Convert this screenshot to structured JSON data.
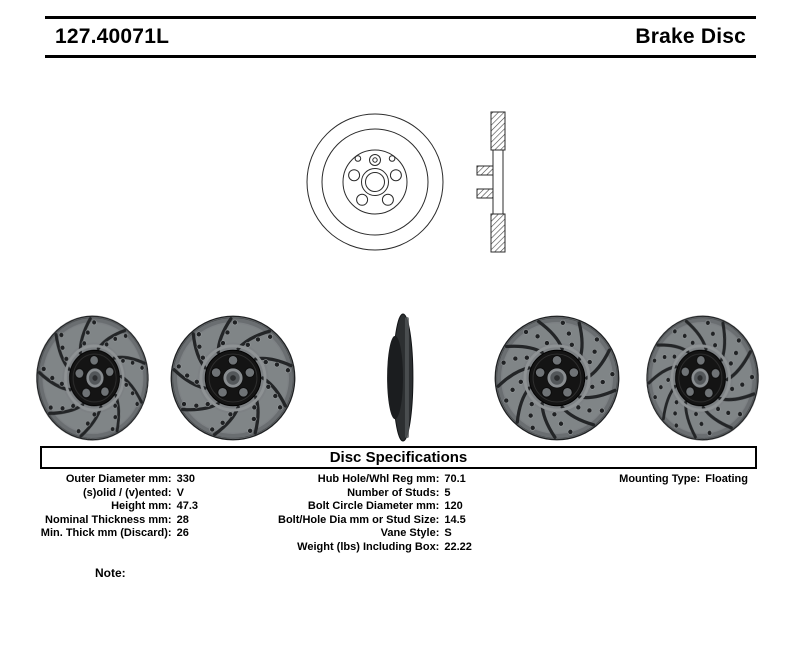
{
  "header": {
    "part_number": "127.40071L",
    "product_name": "Brake Disc"
  },
  "spec_box": {
    "title": "Disc Specifications"
  },
  "specs": {
    "col_left": [
      {
        "label": "Outer Diameter mm:",
        "value": "330"
      },
      {
        "label": "(s)olid / (v)ented:",
        "value": "V"
      },
      {
        "label": "Height mm:",
        "value": "47.3"
      },
      {
        "label": "Nominal Thickness mm:",
        "value": "28"
      },
      {
        "label": "Min. Thick mm (Discard):",
        "value": "26"
      }
    ],
    "col_middle": [
      {
        "label": "Hub Hole/Whl Reg mm:",
        "value": "70.1"
      },
      {
        "label": "Number of Studs:",
        "value": "5"
      },
      {
        "label": "Bolt Circle Diameter mm:",
        "value": "120"
      },
      {
        "label": "Bolt/Hole Dia mm or Stud Size:",
        "value": "14.5"
      },
      {
        "label": "Vane Style:",
        "value": "S"
      },
      {
        "label": "Weight (lbs) Including Box:",
        "value": "22.22"
      }
    ],
    "col_right": [
      {
        "label": "Mounting Type:",
        "value": "Floating"
      }
    ]
  },
  "note": {
    "label": "Note:"
  },
  "images": [
    {
      "name": "brake-disc-front-technical-drawing"
    },
    {
      "name": "brake-disc-cross-section-drawing"
    },
    {
      "name": "drilled-slotted-rotor-angled-left-photo"
    },
    {
      "name": "drilled-slotted-rotor-front-photo"
    },
    {
      "name": "rotor-edge-profile-photo"
    },
    {
      "name": "drilled-slotted-rotor-front-photo-2"
    },
    {
      "name": "drilled-slotted-rotor-angled-right-photo"
    }
  ]
}
